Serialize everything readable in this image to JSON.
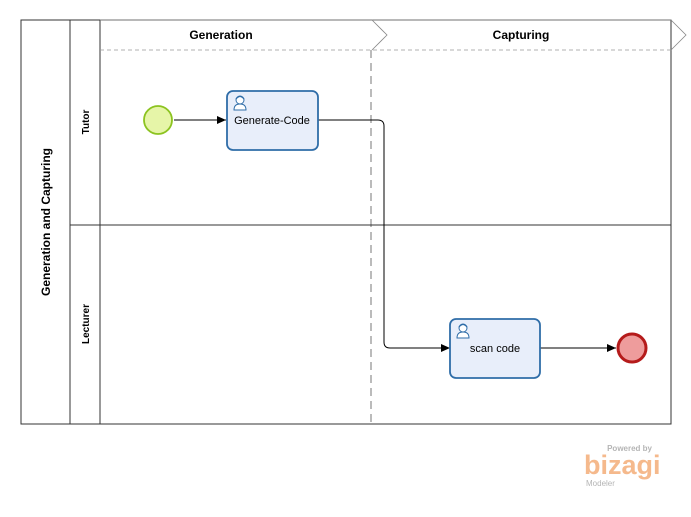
{
  "pool": {
    "label": "Generation and Capturing"
  },
  "lanes": [
    {
      "label": "Tutor"
    },
    {
      "label": "Lecturer"
    }
  ],
  "phases": [
    {
      "label": "Generation"
    },
    {
      "label": "Capturing"
    }
  ],
  "tasks": [
    {
      "label": "Generate-Code",
      "type": "user-task"
    },
    {
      "label": "scan code",
      "type": "user-task"
    }
  ],
  "events": [
    {
      "kind": "start",
      "fill": "#e6f5a8",
      "stroke": "#8cc320"
    },
    {
      "kind": "end",
      "fill": "#ee9c9c",
      "stroke": "#b51b1b"
    }
  ],
  "colors": {
    "task_fill": "#e8eefa",
    "task_stroke": "#2f6da8",
    "border": "#333333"
  },
  "brand": {
    "powered_by": "Powered by",
    "name": "bizagi",
    "product": "Modeler"
  }
}
